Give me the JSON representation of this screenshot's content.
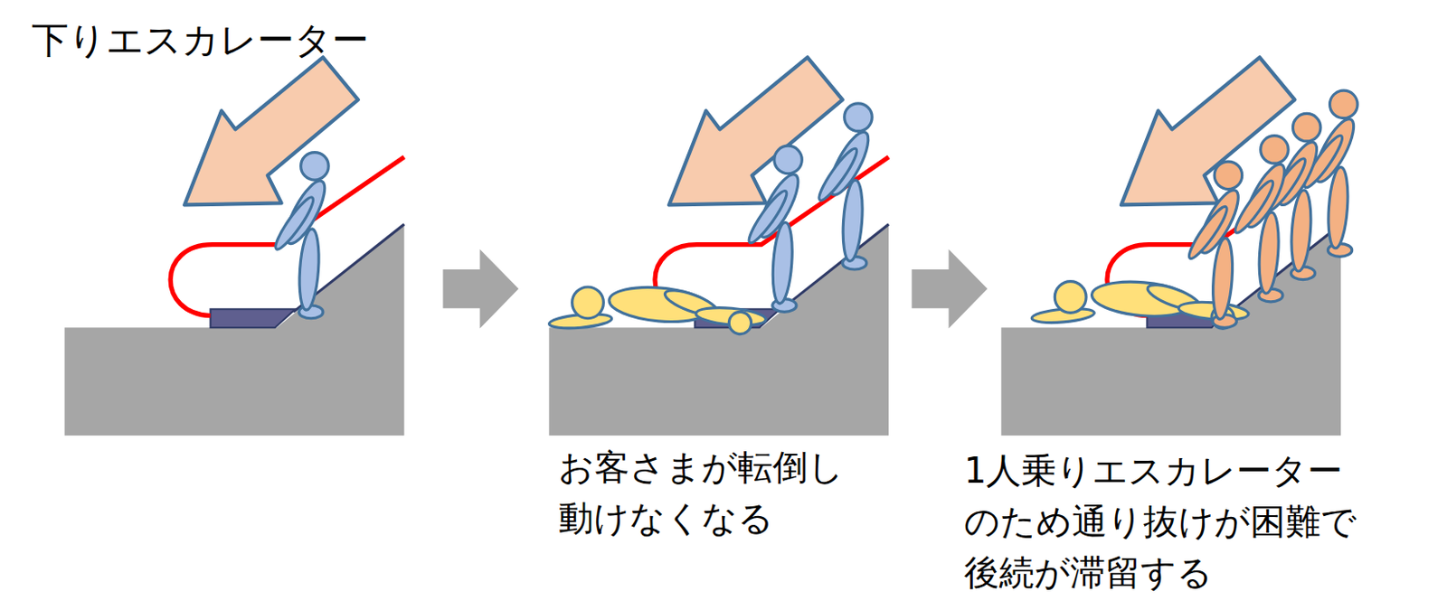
{
  "diagram": {
    "title": "下りエスカレーター",
    "labels": [
      "お客さまが転倒し 動けなくなる",
      "1人乗りエスカレーター のため通り抜けが困難で 後続が滞留する"
    ]
  }
}
